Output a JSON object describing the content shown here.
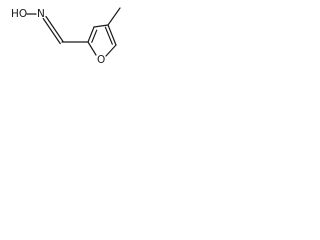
{
  "molecule": {
    "labels": {
      "hydroxyl": "HO",
      "oxime_nitrogen": "N",
      "ring_oxygen": "O"
    },
    "colors": {
      "ink": "#1a1a1a",
      "background": "#ffffff"
    }
  }
}
